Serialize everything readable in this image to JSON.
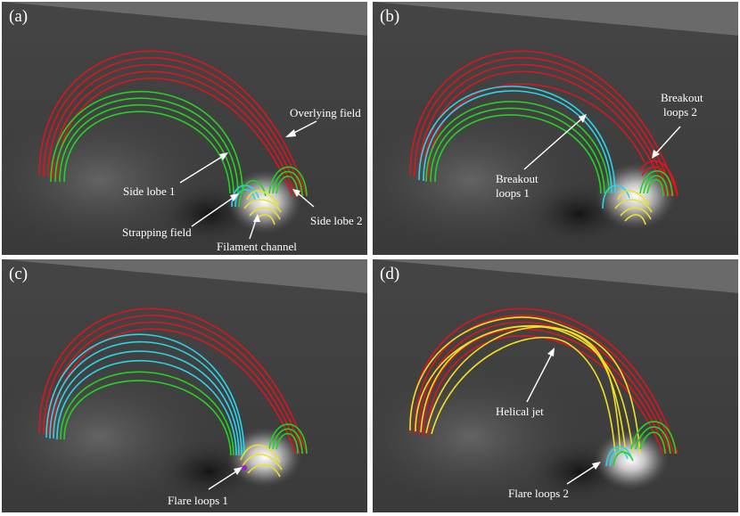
{
  "figure": {
    "panels": [
      {
        "id": "a",
        "label": "(a)",
        "annotations": [
          "Overlying field",
          "Side lobe 1",
          "Strapping field",
          "Filament channel",
          "Side lobe 2"
        ]
      },
      {
        "id": "b",
        "label": "(b)",
        "annotations": [
          "Breakout",
          "loops 2",
          "Breakout",
          "loops 1"
        ]
      },
      {
        "id": "c",
        "label": "(c)",
        "annotations": [
          "Flare loops 1"
        ]
      },
      {
        "id": "d",
        "label": "(d)",
        "annotations": [
          "Helical jet",
          "Flare loops 2"
        ]
      }
    ],
    "colors": {
      "overlying_field": "#e0141e",
      "side_lobes": "#22d422",
      "breakout_loops": "#2bd4e8",
      "filament_and_jet": "#f0e020",
      "background": "#3a3a3a",
      "surface": "#4b4b4b",
      "border": "#ffffff"
    }
  }
}
